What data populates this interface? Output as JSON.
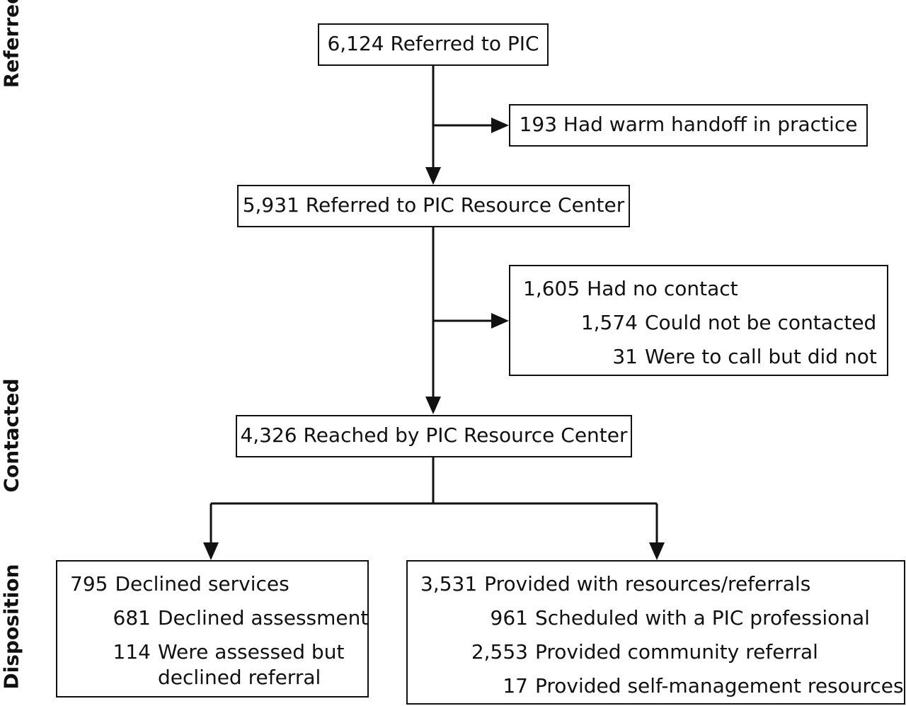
{
  "stages": {
    "referred": "Referred",
    "contacted": "Contacted",
    "disposition": "Disposition"
  },
  "nodes": {
    "referred_pic": "6,124 Referred to PIC",
    "warm_handoff": "193 Had warm handoff in practice",
    "resource_center": "5,931 Referred to PIC Resource Center",
    "no_contact": {
      "count": "1,605",
      "label": "Had no contact",
      "items": [
        {
          "count": "1,574",
          "label": "Could not be contacted"
        },
        {
          "count": "31",
          "label": "Were to call but did not"
        }
      ]
    },
    "reached": "4,326 Reached by PIC Resource Center",
    "declined": {
      "count": "795",
      "label": "Declined services",
      "items": [
        {
          "count": "681",
          "label": "Declined assessment"
        },
        {
          "count": "114",
          "label": "Were assessed but declined referral"
        }
      ]
    },
    "provided": {
      "count": "3,531",
      "label": "Provided with resources/referrals",
      "items": [
        {
          "count": "961",
          "label": "Scheduled with a PIC professional"
        },
        {
          "count": "2,553",
          "label": "Provided community referral"
        },
        {
          "count": "17",
          "label": "Provided self-management resources"
        }
      ]
    }
  }
}
